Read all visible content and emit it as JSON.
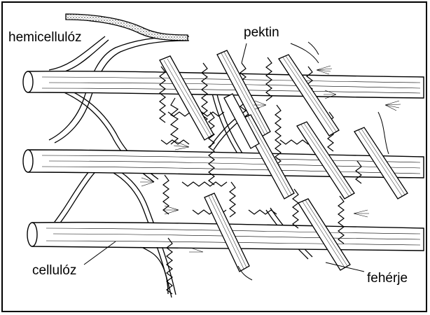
{
  "figure": {
    "labels": {
      "hemicellulose": "hemicellulóz",
      "pectin": "pektin",
      "cellulose": "cellulóz",
      "protein": "fehérje"
    }
  },
  "colors": {
    "ink": "#000000",
    "background": "#ffffff",
    "hemicellulose_fill": "#bfbfbf"
  }
}
